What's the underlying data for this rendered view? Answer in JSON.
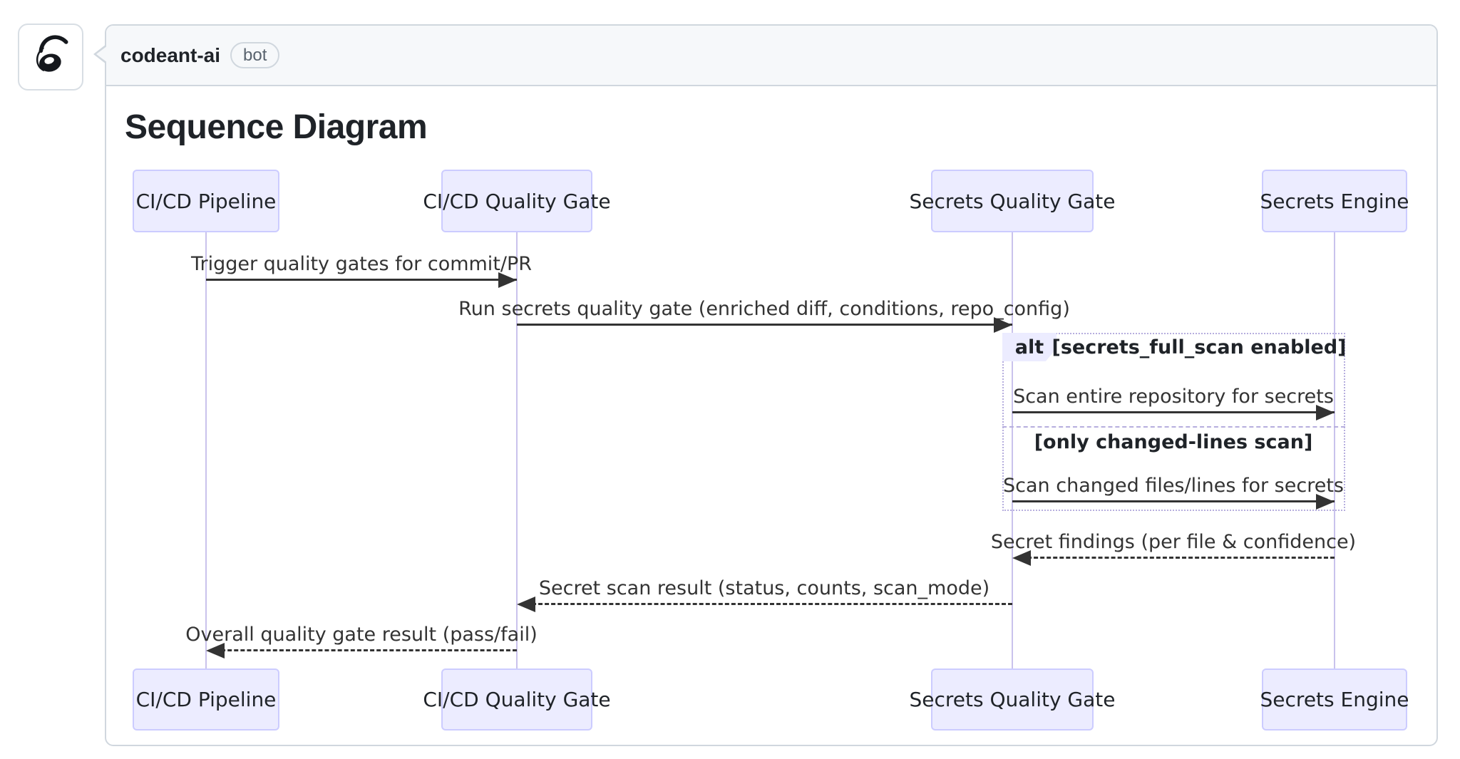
{
  "comment": {
    "author": "codeant-ai",
    "badge": "bot",
    "heading": "Sequence Diagram"
  },
  "colors": {
    "header_bg": "#f6f8fa",
    "border": "#d0d7de",
    "actor_fill": "#ececff",
    "actor_border": "#ccccff",
    "lifeline": "#c9c2ec",
    "alt_border": "#b6aede",
    "arrow": "#333333",
    "text": "#1f2328"
  },
  "diagram": {
    "participants": [
      {
        "label": "CI/CD Pipeline"
      },
      {
        "label": "CI/CD Quality Gate"
      },
      {
        "label": "Secrets Quality Gate"
      },
      {
        "label": "Secrets Engine"
      }
    ],
    "messages": [
      {
        "from": "CI/CD Pipeline",
        "to": "CI/CD Quality Gate",
        "label": "Trigger quality gates for commit/PR",
        "style": "solid"
      },
      {
        "from": "CI/CD Quality Gate",
        "to": "Secrets Quality Gate",
        "label": "Run secrets quality gate (enriched diff, conditions, repo_config)",
        "style": "solid"
      },
      {
        "from": "Secrets Quality Gate",
        "to": "Secrets Engine",
        "label": "Scan entire repository for secrets",
        "style": "solid"
      },
      {
        "from": "Secrets Quality Gate",
        "to": "Secrets Engine",
        "label": "Scan changed files/lines for secrets",
        "style": "solid"
      },
      {
        "from": "Secrets Engine",
        "to": "Secrets Quality Gate",
        "label": "Secret findings (per file & confidence)",
        "style": "dashed"
      },
      {
        "from": "Secrets Quality Gate",
        "to": "CI/CD Quality Gate",
        "label": "Secret scan result (status, counts, scan_mode)",
        "style": "dashed"
      },
      {
        "from": "CI/CD Quality Gate",
        "to": "CI/CD Pipeline",
        "label": "Overall quality gate result (pass/fail)",
        "style": "dashed"
      }
    ],
    "alt": {
      "label": "alt",
      "conditions": [
        "[secrets_full_scan enabled]",
        "[only changed-lines scan]"
      ]
    }
  }
}
